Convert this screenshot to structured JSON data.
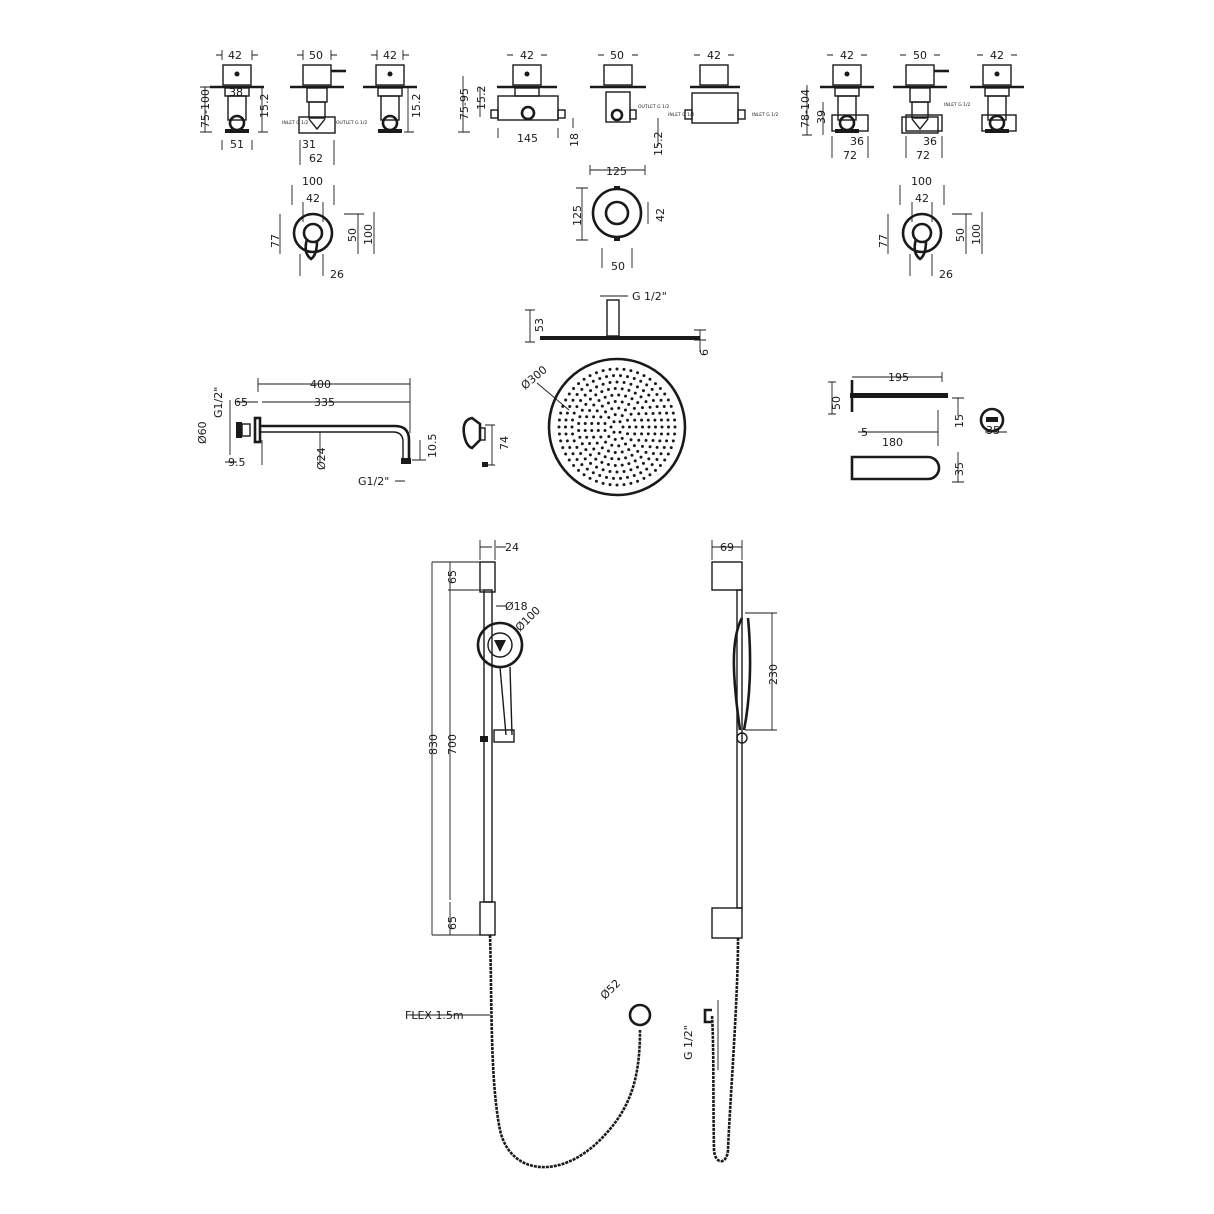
{
  "top_row": {
    "g1": [
      "42",
      "75-100",
      "38",
      "15.2",
      "51",
      "50",
      "INLET G 1/2",
      "OUTLET G 1/2",
      "31",
      "62",
      "42",
      "15.2"
    ],
    "g2": [
      "42",
      "75-95",
      "15.2",
      "145",
      "18",
      "50",
      "OUTLET G 1/2",
      "15.2",
      "42",
      "INLET G 1/2",
      "INLET G 1/2"
    ],
    "g3": [
      "42",
      "78-104",
      "39",
      "36",
      "72",
      "50",
      "INLET G 1/2",
      "36",
      "72",
      "42"
    ]
  },
  "faceplates": {
    "left": [
      "100",
      "42",
      "77",
      "50",
      "100",
      "26"
    ],
    "middle": [
      "125",
      "125",
      "42",
      "50"
    ],
    "right": [
      "100",
      "42",
      "77",
      "50",
      "100",
      "26"
    ]
  },
  "shower_head": [
    "G 1/2\"",
    "53",
    "6",
    "Ø300"
  ],
  "shower_arm": [
    "400",
    "G1/2\"",
    "65",
    "335",
    "Ø60",
    "10.5",
    "Ø24",
    "9.5",
    "G1/2\"",
    "74"
  ],
  "spout": [
    "195",
    "50",
    "5",
    "180",
    "15",
    "35",
    "35"
  ],
  "rail": [
    "24",
    "65",
    "Ø18",
    "Ø100",
    "830",
    "700",
    "65",
    "FLEX 1.5m",
    "Ø52",
    "69",
    "230",
    "G 1/2\""
  ],
  "colors": {
    "line": "#1a1a1a",
    "background": "#ffffff"
  }
}
